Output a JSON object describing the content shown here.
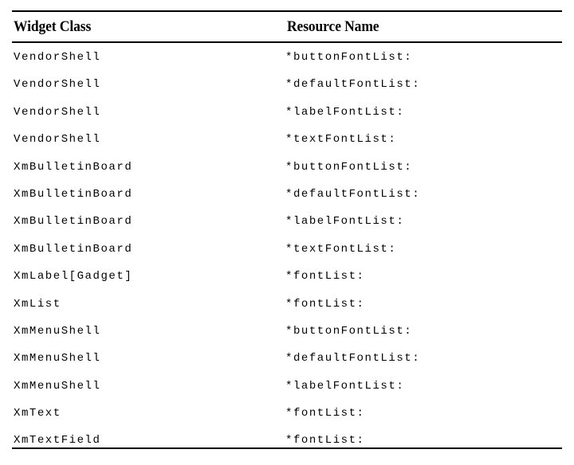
{
  "table": {
    "columns": [
      {
        "key": "widget_class",
        "label": "Widget Class"
      },
      {
        "key": "resource_name",
        "label": "Resource Name"
      }
    ],
    "rows": [
      {
        "widget_class": "VendorShell",
        "resource_name": "*buttonFontList:"
      },
      {
        "widget_class": "VendorShell",
        "resource_name": "*defaultFontList:"
      },
      {
        "widget_class": "VendorShell",
        "resource_name": "*labelFontList:"
      },
      {
        "widget_class": "VendorShell",
        "resource_name": "*textFontList:"
      },
      {
        "widget_class": "XmBulletinBoard",
        "resource_name": "*buttonFontList:"
      },
      {
        "widget_class": "XmBulletinBoard",
        "resource_name": "*defaultFontList:"
      },
      {
        "widget_class": "XmBulletinBoard",
        "resource_name": "*labelFontList:"
      },
      {
        "widget_class": "XmBulletinBoard",
        "resource_name": "*textFontList:"
      },
      {
        "widget_class": "XmLabel[Gadget]",
        "resource_name": "*fontList:"
      },
      {
        "widget_class": "XmList",
        "resource_name": "*fontList:"
      },
      {
        "widget_class": "XmMenuShell",
        "resource_name": "*buttonFontList:"
      },
      {
        "widget_class": "XmMenuShell",
        "resource_name": "*defaultFontList:"
      },
      {
        "widget_class": "XmMenuShell",
        "resource_name": "*labelFontList:"
      },
      {
        "widget_class": "XmText",
        "resource_name": "*fontList:"
      },
      {
        "widget_class": "XmTextField",
        "resource_name": "*fontList:"
      }
    ]
  },
  "style": {
    "rule_color": "#000000",
    "text_color": "#000000",
    "background": "#ffffff"
  }
}
